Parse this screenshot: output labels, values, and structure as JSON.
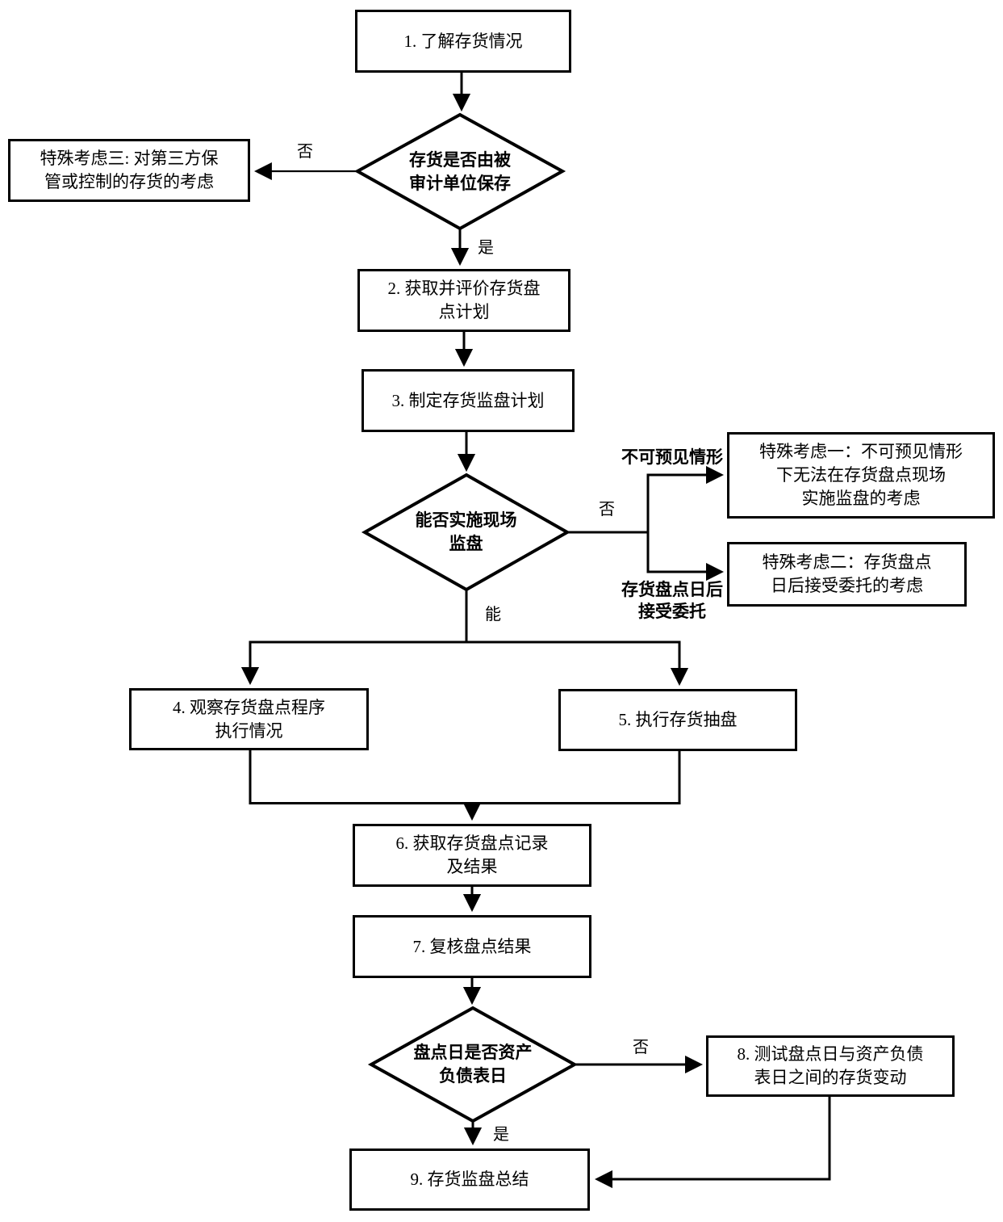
{
  "colors": {
    "line": "#000000",
    "text": "#000000",
    "background": "#ffffff"
  },
  "nodes": {
    "step1": "1. 了解存货情况",
    "decision1": "存货是否由被\n审计单位保存",
    "special3": "特殊考虑三: 对第三方保\n管或控制的存货的考虑",
    "step2": "2. 获取并评价存货盘\n点计划",
    "step3": "3. 制定存货监盘计划",
    "decision2": "能否实施现场\n监盘",
    "special1": "特殊考虑一：不可预见情形\n下无法在存货盘点现场\n实施监盘的考虑",
    "special2": "特殊考虑二：存货盘点\n日后接受委托的考虑",
    "step4": "4. 观察存货盘点程序\n执行情况",
    "step5": "5. 执行存货抽盘",
    "step6": "6. 获取存货盘点记录\n及结果",
    "step7": "7. 复核盘点结果",
    "decision3": "盘点日是否资产\n负债表日",
    "step8": "8. 测试盘点日与资产负债\n表日之间的存货变动",
    "step9": "9. 存货监盘总结"
  },
  "edge_labels": {
    "no1": "否",
    "yes1": "是",
    "no2": "否",
    "can": "能",
    "unforeseen": "不可预见情形",
    "after_commission": "存货盘点日后\n接受委托",
    "no3": "否",
    "yes3": "是"
  },
  "edges": [
    {
      "from": "step1",
      "to": "decision1"
    },
    {
      "from": "decision1",
      "to": "special3",
      "label": "否"
    },
    {
      "from": "decision1",
      "to": "step2",
      "label": "是"
    },
    {
      "from": "step2",
      "to": "step3"
    },
    {
      "from": "step3",
      "to": "decision2"
    },
    {
      "from": "decision2",
      "to": "special1",
      "label": "否 / 不可预见情形"
    },
    {
      "from": "decision2",
      "to": "special2",
      "label": "否 / 存货盘点日后接受委托"
    },
    {
      "from": "decision2",
      "to": "step4",
      "label": "能"
    },
    {
      "from": "decision2",
      "to": "step5",
      "label": "能"
    },
    {
      "from": "step4",
      "to": "step6"
    },
    {
      "from": "step5",
      "to": "step6"
    },
    {
      "from": "step6",
      "to": "step7"
    },
    {
      "from": "step7",
      "to": "decision3"
    },
    {
      "from": "decision3",
      "to": "step8",
      "label": "否"
    },
    {
      "from": "decision3",
      "to": "step9",
      "label": "是"
    },
    {
      "from": "step8",
      "to": "step9"
    }
  ]
}
